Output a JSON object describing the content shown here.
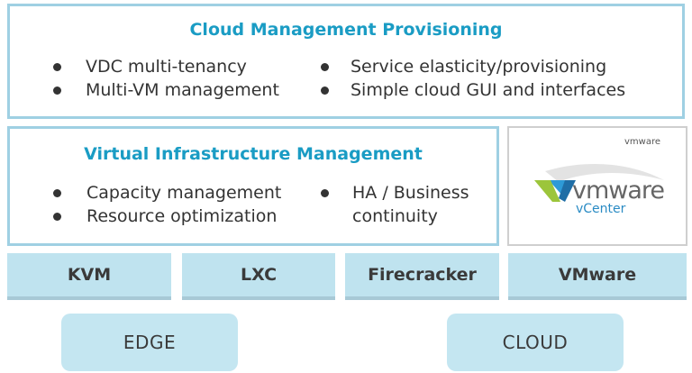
{
  "cloud_mgmt": {
    "title": "Cloud Management Provisioning",
    "items": [
      "VDC multi-tenancy",
      "Multi-VM management",
      "Service elasticity/provisioning",
      "Simple cloud GUI and interfaces"
    ]
  },
  "vim": {
    "title": "Virtual Infrastructure Management",
    "items": [
      "Capacity management",
      "Resource optimization",
      "HA / Business",
      "continuity"
    ]
  },
  "vmware_logo": {
    "small": "vmware",
    "big": "vmware",
    "sub": "vCenter"
  },
  "hypervisors": [
    "KVM",
    "LXC",
    "Firecracker",
    "VMware"
  ],
  "locations": [
    "EDGE",
    "CLOUD"
  ]
}
